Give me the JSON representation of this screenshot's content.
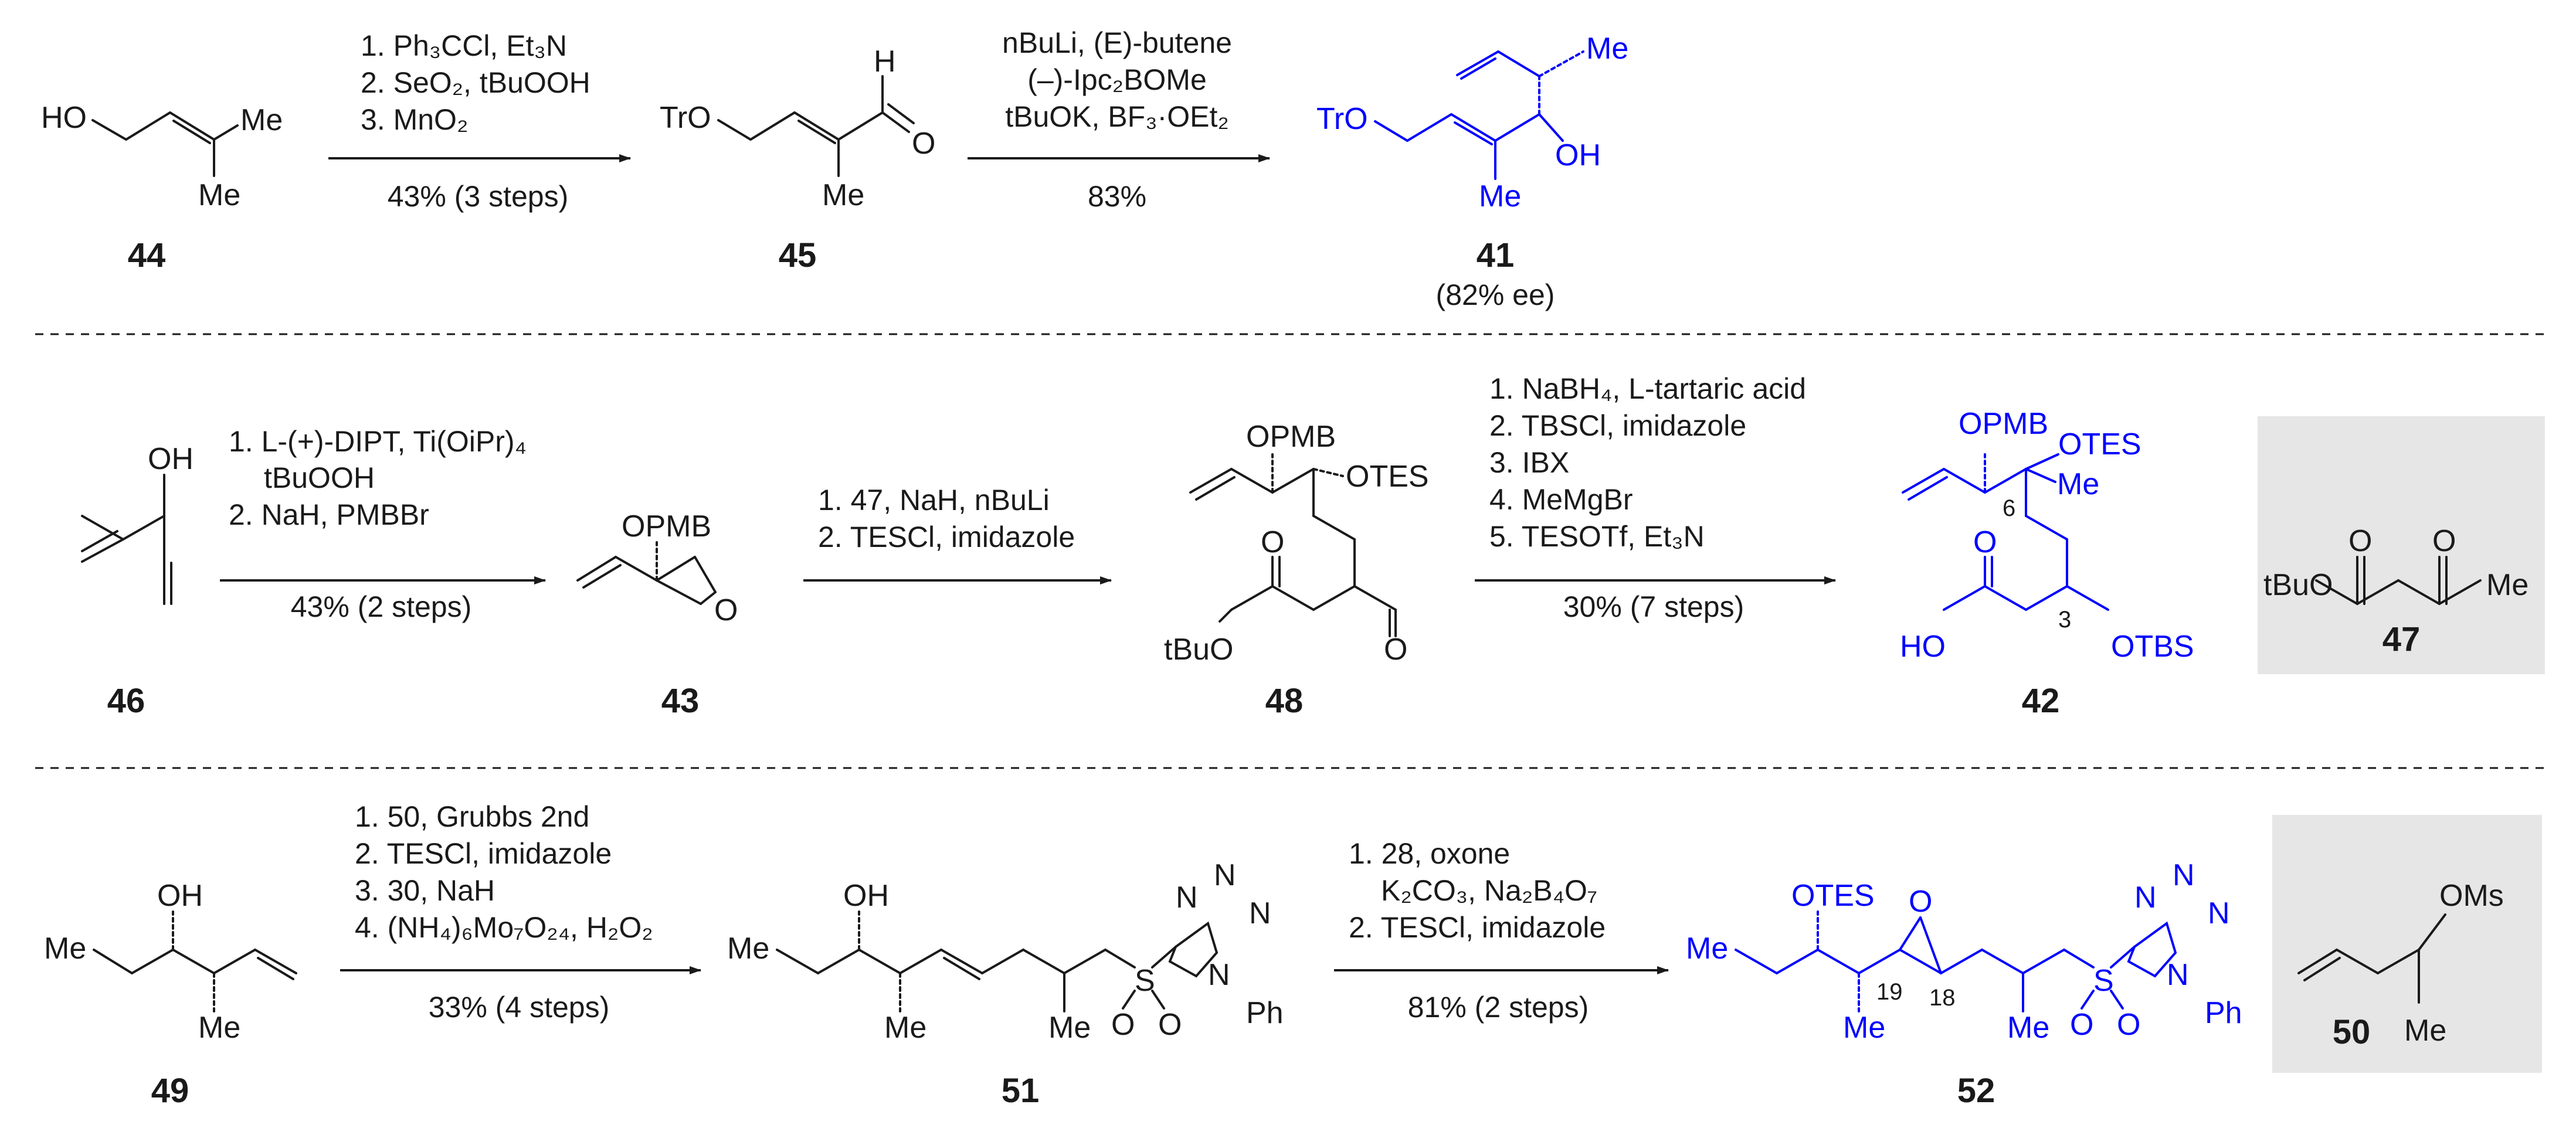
{
  "row1": {
    "compounds": {
      "c44": "44",
      "c45": "45",
      "c41": "41"
    },
    "ee_note": "(82% ee)",
    "arrow1": {
      "conditions": [
        "1. Ph₃CCl, Et₃N",
        "2. SeO₂, tBuOOH",
        "3. MnO₂"
      ],
      "yield": "43% (3 steps)"
    },
    "arrow2": {
      "conditions": [
        "nBuLi, (E)-butene",
        "(–)-Ipc₂BOMe",
        "tBuOK, BF₃·OEt₂"
      ],
      "yield": "83%"
    },
    "labels": {
      "ho": "HO",
      "me": "Me",
      "tro": "TrO",
      "h": "H",
      "o": "O",
      "oh": "OH"
    }
  },
  "row2": {
    "compounds": {
      "c46": "46",
      "c43": "43",
      "c48": "48",
      "c42": "42",
      "c47": "47"
    },
    "arrow1": {
      "conditions": [
        "1. L-(+)-DIPT, Ti(OiPr)₄",
        "tBuOOH",
        "2. NaH, PMBBr"
      ],
      "yield": "43% (2 steps)"
    },
    "arrow2": {
      "conditions": [
        "1. 47, NaH, nBuLi",
        "2. TESCl, imidazole"
      ]
    },
    "arrow3": {
      "conditions": [
        "1. NaBH₄, L-tartaric acid",
        "2. TBSCl, imidazole",
        "3. IBX",
        "4. MeMgBr",
        "5. TESOTf, Et₃N"
      ],
      "yield": "30% (7 steps)"
    },
    "labels": {
      "oh": "OH",
      "opmb": "OPMB",
      "o": "O",
      "otes": "OTES",
      "tbuo": "tBuO",
      "me": "Me",
      "ho": "HO",
      "otbs": "OTBS",
      "n6": "6",
      "n3": "3"
    }
  },
  "row3": {
    "compounds": {
      "c49": "49",
      "c51": "51",
      "c52": "52",
      "c50": "50"
    },
    "arrow1": {
      "conditions": [
        "1. 50, Grubbs 2nd",
        "2. TESCl, imidazole",
        "3. 30, NaH",
        "4. (NH₄)₆Mo₇O₂₄, H₂O₂"
      ],
      "yield": "33% (4 steps)"
    },
    "arrow2": {
      "conditions": [
        "1. 28, oxone",
        "K₂CO₃, Na₂B₄O₇",
        "2. TESCl, imidazole"
      ],
      "yield": "81% (2 steps)"
    },
    "labels": {
      "oh": "OH",
      "me": "Me",
      "otes": "OTES",
      "o": "O",
      "s": "S",
      "n": "N",
      "ph": "Ph",
      "oms": "OMs",
      "n19": "19",
      "n18": "18"
    }
  }
}
